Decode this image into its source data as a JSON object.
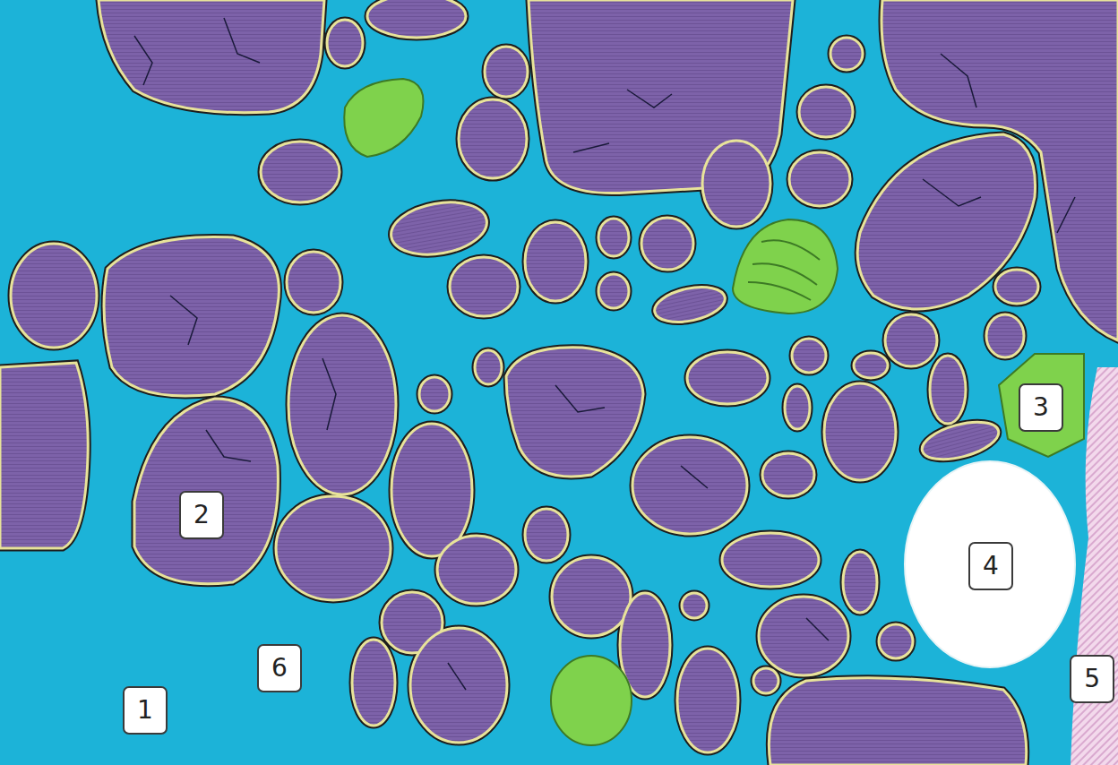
{
  "diagram": {
    "labels": [
      "3",
      "2",
      "4",
      "6",
      "5",
      "1"
    ]
  }
}
